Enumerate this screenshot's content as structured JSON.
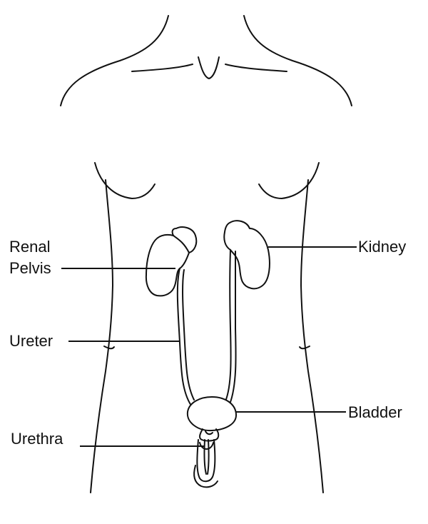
{
  "labels": {
    "renal_pelvis_line1": "Renal",
    "renal_pelvis_line2": "Pelvis",
    "kidney": "Kidney",
    "ureter": "Ureter",
    "bladder": "Bladder",
    "urethra": "Urethra"
  }
}
